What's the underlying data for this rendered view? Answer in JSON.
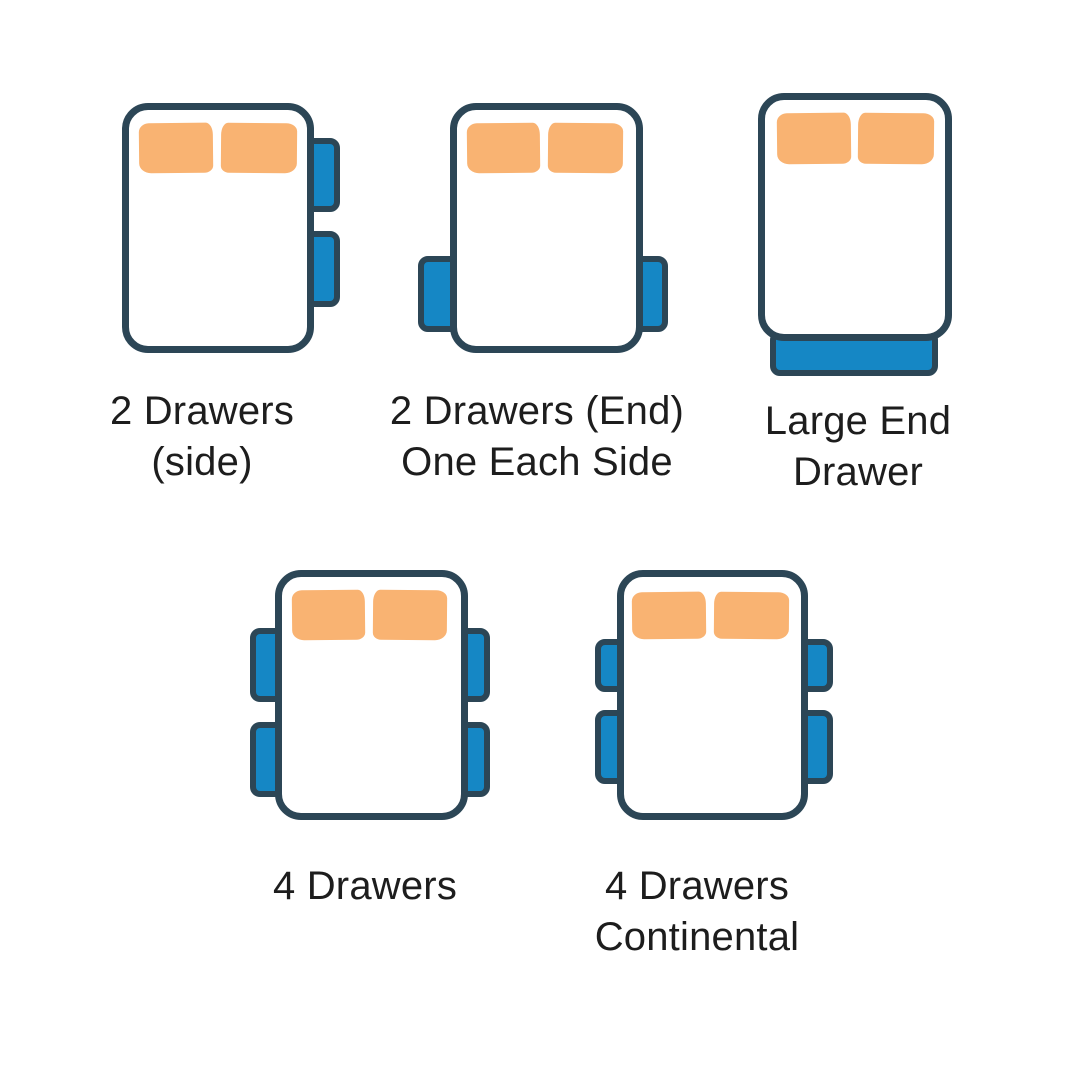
{
  "colors": {
    "background": "#ffffff",
    "outline_navy": "#2c4656",
    "drawer_blue": "#1587c5",
    "pillow_orange": "#f9b372",
    "label_text": "#1d1d1d"
  },
  "figures": [
    {
      "id": "2-drawers-side",
      "label_line1": "2 Drawers",
      "label_line2": "(side)",
      "drawer_count": 2,
      "drawer_placement": "two drawers on right side"
    },
    {
      "id": "2-drawers-end-one-each-side",
      "label_line1": "2 Drawers (End)",
      "label_line2": "One Each Side",
      "drawer_count": 2,
      "drawer_placement": "one drawer each side near foot end"
    },
    {
      "id": "large-end-drawer",
      "label_line1": "Large End",
      "label_line2": "Drawer",
      "drawer_count": 1,
      "drawer_placement": "one large drawer at foot end"
    },
    {
      "id": "4-drawers",
      "label_line1": "4 Drawers",
      "label_line2": "",
      "drawer_count": 4,
      "drawer_placement": "two drawers each side"
    },
    {
      "id": "4-drawers-continental",
      "label_line1": "4 Drawers",
      "label_line2": "Continental",
      "drawer_count": 4,
      "drawer_placement": "two drawers each side, shorter upper drawers"
    }
  ]
}
